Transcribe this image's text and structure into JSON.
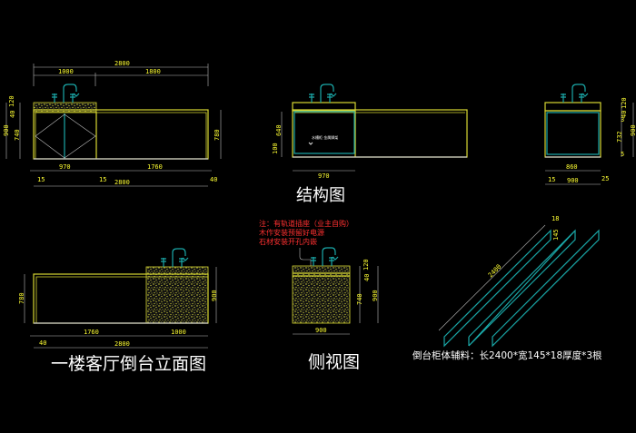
{
  "colors": {
    "background": "#000000",
    "frame": "#d8d832",
    "fixture": "#1aa8a8",
    "dimension_text": "#ffff33",
    "note": "#ff3030",
    "title": "#ffffff"
  },
  "front_elevation": {
    "dims_top": {
      "total": "2800",
      "left": "1000",
      "right": "1800"
    },
    "dims_left": {
      "total": "900",
      "top": "120",
      "mid": "40",
      "low": "740"
    },
    "dims_right": "780",
    "dims_bottom": {
      "left": "970",
      "right": "1760",
      "gap1": "15",
      "gap2": "15",
      "gap3": "40",
      "total": "2800"
    }
  },
  "structure_view": {
    "title": "结构图",
    "dims_left": {
      "upper": "640",
      "lower": "100"
    },
    "dim_bottom": "970",
    "label": "水槽柜 金属脚架"
  },
  "side_view_top": {
    "dims_right": {
      "a": "120",
      "b": "40",
      "c": "3",
      "d": "732",
      "e": "5",
      "total": "900"
    },
    "dims_bottom": {
      "inner": "860",
      "left": "15",
      "right": "25",
      "total": "900"
    }
  },
  "rear_elevation": {
    "title": "一楼客厅倒台立面图",
    "dim_left": "780",
    "dim_right": "900",
    "dims_bottom": {
      "left": "1760",
      "right": "1000",
      "offset": "40",
      "total": "2800"
    }
  },
  "side_view": {
    "title": "侧视图",
    "notes": [
      "注：有轨道插座（业主自购）",
      "木作安装预留好电源",
      "石材安装开孔内嵌"
    ],
    "dims_right": {
      "a": "120",
      "b": "40",
      "c": "740",
      "total": "900"
    },
    "dim_bottom": "900"
  },
  "materials": {
    "label": "倒台柜体辅料：长2400*宽145*18厚度*3根",
    "dim_length": "2400",
    "dim_width": "145",
    "dim_thickness": "18"
  }
}
